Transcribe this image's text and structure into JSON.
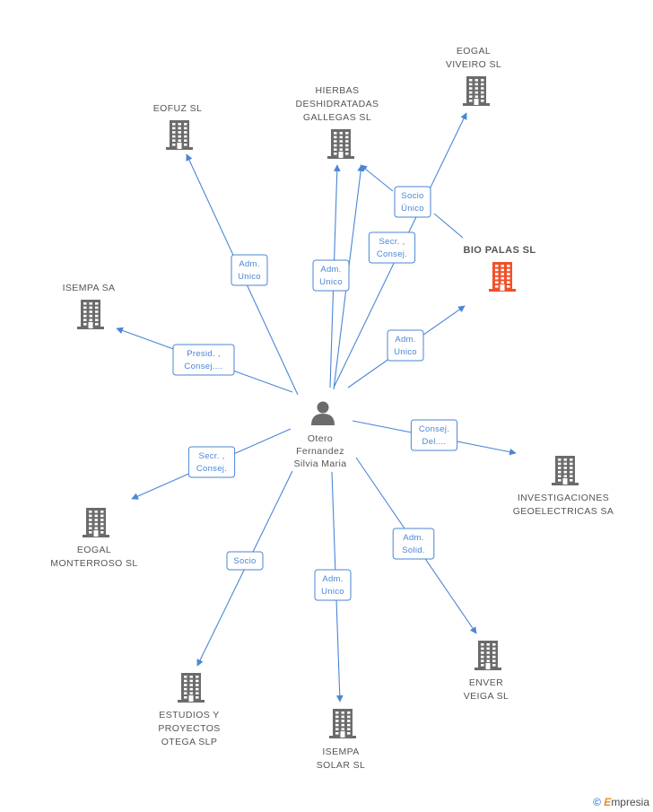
{
  "center": {
    "name_lines": [
      "Otero",
      "Fernandez",
      "Silvia Maria"
    ],
    "icon": "person-icon"
  },
  "colors": {
    "edge": "#4a86d6",
    "building": "#6b6b6b",
    "building_highlight": "#f0512a"
  },
  "nodes": [
    {
      "id": "eofuz",
      "lines": [
        "EOFUZ SL"
      ],
      "icon": "building-icon",
      "highlight": false
    },
    {
      "id": "hierbas",
      "lines": [
        "HIERBAS",
        "DESHIDRATADAS",
        "GALLEGAS  SL"
      ],
      "icon": "building-icon",
      "highlight": false
    },
    {
      "id": "eogal-viveiro",
      "lines": [
        "EOGAL",
        "VIVEIRO SL"
      ],
      "icon": "building-icon",
      "highlight": false
    },
    {
      "id": "bio-palas",
      "lines": [
        "BIO PALAS SL"
      ],
      "icon": "building-icon",
      "highlight": true
    },
    {
      "id": "isempa-sa",
      "lines": [
        "ISEMPA SA"
      ],
      "icon": "building-icon",
      "highlight": false
    },
    {
      "id": "investigaciones",
      "lines": [
        "INVESTIGACIONES",
        "GEOELECTRICAS SA"
      ],
      "icon": "building-icon",
      "highlight": false
    },
    {
      "id": "eogal-monterroso",
      "lines": [
        "EOGAL",
        "MONTERROSO SL"
      ],
      "icon": "building-icon",
      "highlight": false
    },
    {
      "id": "enver",
      "lines": [
        "ENVER",
        "VEIGA SL"
      ],
      "icon": "building-icon",
      "highlight": false
    },
    {
      "id": "estudios",
      "lines": [
        "ESTUDIOS Y",
        "PROYECTOS",
        "OTEGA  SLP"
      ],
      "icon": "building-icon",
      "highlight": false
    },
    {
      "id": "isempa-solar",
      "lines": [
        "ISEMPA",
        "SOLAR SL"
      ],
      "icon": "building-icon",
      "highlight": false
    }
  ],
  "edges": [
    {
      "to": "eofuz",
      "label": [
        "Adm.",
        "Unico"
      ]
    },
    {
      "to": "hierbas",
      "label": [
        "Adm.",
        "Unico"
      ]
    },
    {
      "to": "hierbas",
      "label": [
        "Secr. ,",
        "Consej."
      ]
    },
    {
      "to": "eogal-viveiro",
      "label": [
        "Socio",
        "Único"
      ]
    },
    {
      "to": "bio-palas",
      "label": [
        "Adm.",
        "Unico"
      ]
    },
    {
      "to": "isempa-sa",
      "label": [
        "Presid. ,",
        "Consej...."
      ]
    },
    {
      "to": "investigaciones",
      "label": [
        "Consej.",
        "Del...."
      ]
    },
    {
      "to": "eogal-monterroso",
      "label": [
        "Secr. ,",
        "Consej."
      ]
    },
    {
      "to": "enver",
      "label": [
        "Adm.",
        "Solid."
      ]
    },
    {
      "to": "estudios",
      "label": [
        "Socio"
      ]
    },
    {
      "to": "isempa-solar",
      "label": [
        "Adm.",
        "Unico"
      ]
    }
  ],
  "brand": {
    "copyright": "©",
    "name_first": "E",
    "name_rest": "mpresia"
  }
}
